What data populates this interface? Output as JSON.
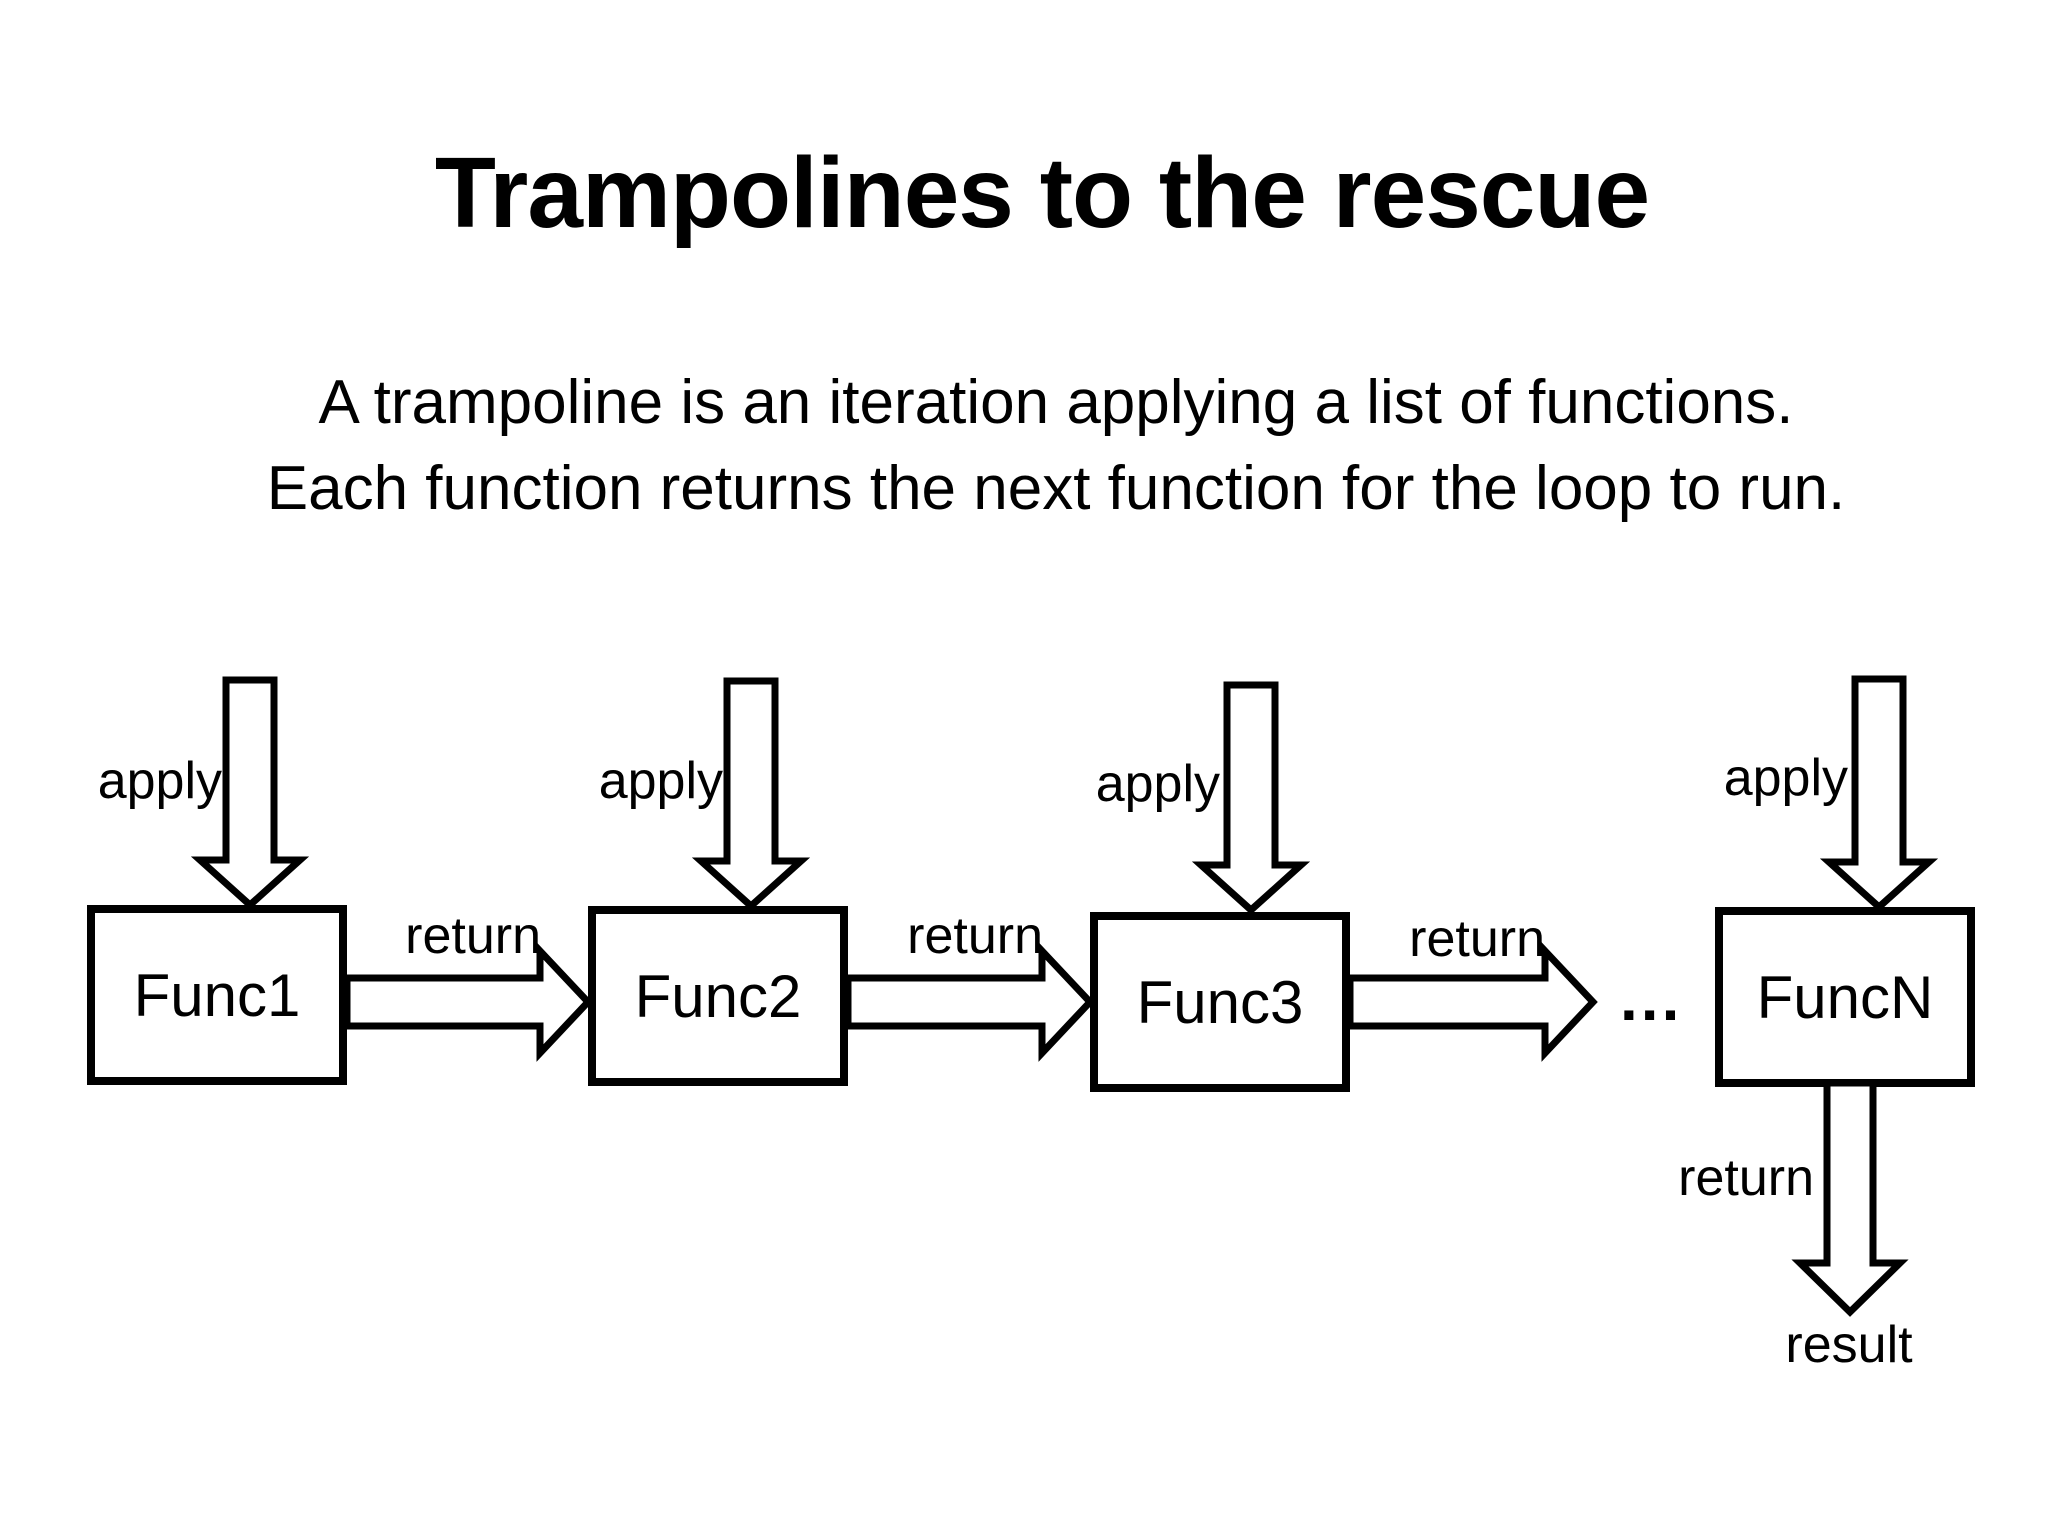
{
  "slide": {
    "title": "Trampolines to the rescue",
    "subtitle_line1": "A trampoline is an iteration applying a list of functions.",
    "subtitle_line2": "Each function returns the next function for the loop to run.",
    "colors": {
      "background": "#ffffff",
      "ink": "#000000",
      "shape_fill": "#ffffff"
    }
  },
  "diagram": {
    "apply_label": "apply",
    "return_label": "return",
    "result_label": "result",
    "ellipsis": "...",
    "boxes": [
      {
        "label": "Func1"
      },
      {
        "label": "Func2"
      },
      {
        "label": "Func3"
      },
      {
        "label": "FuncN"
      }
    ]
  }
}
